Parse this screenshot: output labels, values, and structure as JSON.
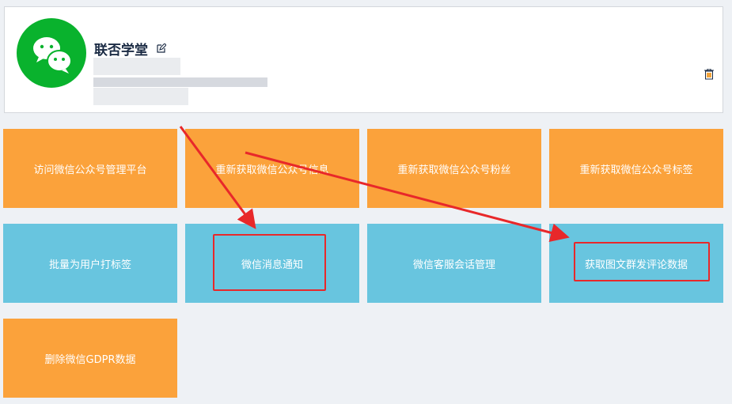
{
  "account": {
    "name": "联否学堂"
  },
  "tiles": [
    "访问微信公众号管理平台",
    "重新获取微信公众号信息",
    "重新获取微信公众号粉丝",
    "重新获取微信公众号标签",
    "批量为用户打标签",
    "微信消息通知",
    "微信客服会话管理",
    "获取图文群发评论数据",
    "删除微信GDPR数据"
  ],
  "colors": {
    "orange": "#fba23b",
    "blue": "#68c5df",
    "annotation": "#e8282a"
  }
}
